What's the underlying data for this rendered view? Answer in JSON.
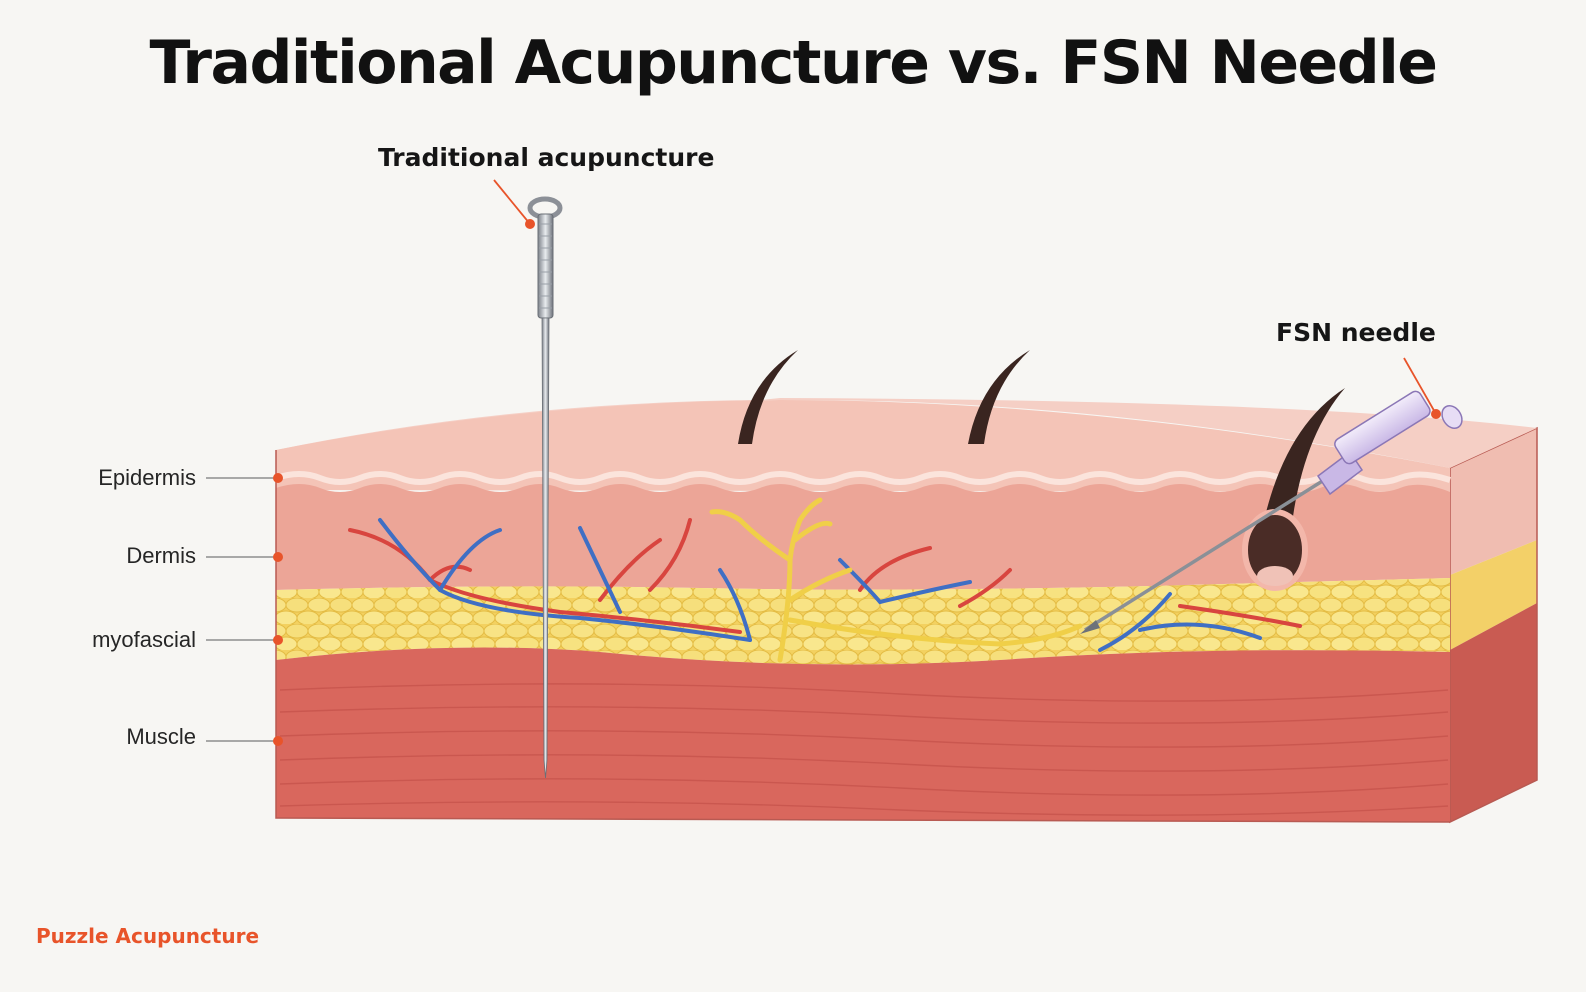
{
  "title": "Traditional Acupuncture vs. FSN Needle",
  "callouts": {
    "traditional": "Traditional acupuncture",
    "fsn": "FSN needle"
  },
  "layers": {
    "epidermis": "Epidermis",
    "dermis": "Dermis",
    "myofascial": "myofascial",
    "muscle": "Muscle"
  },
  "brand": "Puzzle Acupuncture",
  "colors": {
    "accent": "#e8542a",
    "epidermis": "#f4c6bb",
    "dermis": "#eda395",
    "fat": "#f5d96a",
    "muscle": "#d9675d",
    "artery": "#d8453f",
    "vein": "#3f6fc4",
    "nerve": "#f0cf48"
  }
}
